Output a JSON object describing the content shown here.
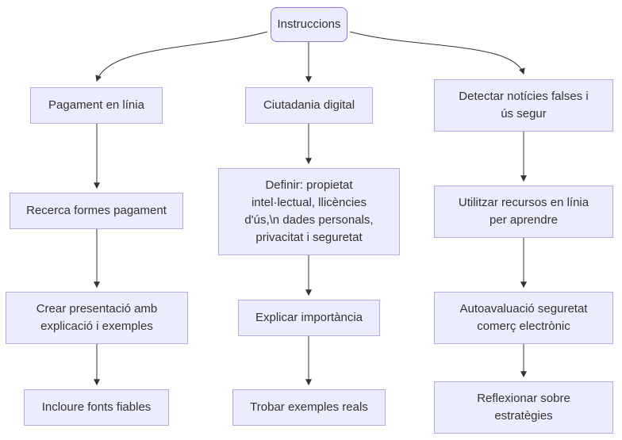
{
  "diagram": {
    "root": {
      "label": "Instruccions"
    },
    "columns": [
      {
        "topic": "pagament-en-linia",
        "nodes": [
          {
            "label": "Pagament en línia"
          },
          {
            "label": "Recerca formes pagament"
          },
          {
            "label": "Crear presentació amb\nexplicació i exemples"
          },
          {
            "label": "Incloure fonts fiables"
          }
        ]
      },
      {
        "topic": "ciutadania-digital",
        "nodes": [
          {
            "label": "Ciutadania digital"
          },
          {
            "label": "Definir: propietat\nintel·lectual, llicències\nd'ús,\\n dades personals,\nprivacitat i seguretat"
          },
          {
            "label": "Explicar importància"
          },
          {
            "label": "Trobar exemples reals"
          }
        ]
      },
      {
        "topic": "deteccio-noticies-falses",
        "nodes": [
          {
            "label": "Detectar notícies falses i\nús segur"
          },
          {
            "label": "Utilitzar recursos en línia\nper aprendre"
          },
          {
            "label": "Autoavaluació seguretat\ncomerç electrònic"
          },
          {
            "label": "Reflexionar sobre\nestratègies"
          }
        ]
      }
    ]
  },
  "colors": {
    "background": "#FFFFFF",
    "node_fill": "#ECECFF",
    "node_border": "#B6ACE0",
    "root_border": "#9370DB",
    "arrow": "#333333",
    "text": "#333333"
  }
}
